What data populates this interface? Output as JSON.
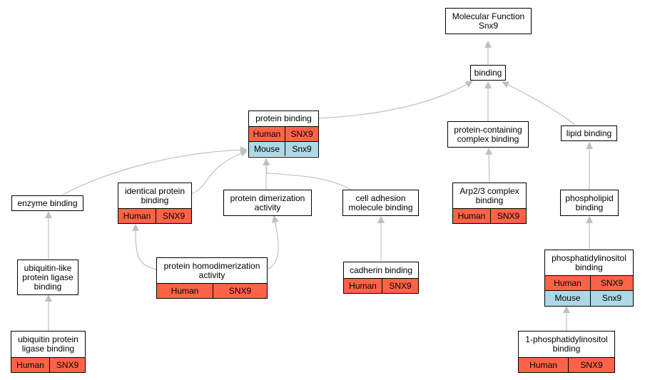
{
  "legend": {
    "human": "Human",
    "mouse": "Mouse"
  },
  "nodes": {
    "mf": {
      "title": "Molecular Function\nSnx9"
    },
    "binding": {
      "title": "binding"
    },
    "protein": {
      "title": "protein binding",
      "human": "SNX9",
      "mouse": "Snx9"
    },
    "pcc": {
      "title": "protein-containing\ncomplex binding"
    },
    "lipid": {
      "title": "lipid binding"
    },
    "enzyme": {
      "title": "enzyme binding"
    },
    "identical": {
      "title": "identical protein\nbinding",
      "human": "SNX9"
    },
    "dimer": {
      "title": "protein dimerization\nactivity"
    },
    "celladh": {
      "title": "cell adhesion\nmolecule binding"
    },
    "arp23": {
      "title": "Arp2/3 complex\nbinding",
      "human": "SNX9"
    },
    "phospholipid": {
      "title": "phospholipid\nbinding"
    },
    "ubl": {
      "title": "ubiquitin-like\nprotein ligase\nbinding"
    },
    "homodimer": {
      "title": "protein homodimerization\nactivity",
      "human": "SNX9"
    },
    "cadherin": {
      "title": "cadherin binding",
      "human": "SNX9"
    },
    "pi": {
      "title": "phosphatidylinositol\nbinding",
      "human": "SNX9",
      "mouse": "Snx9"
    },
    "ubiq": {
      "title": "ubiquitin protein\nligase binding",
      "human": "SNX9"
    },
    "pi1": {
      "title": "1-phosphatidylinositol\nbinding",
      "human": "SNX9"
    }
  },
  "colors": {
    "human": "#ff6347",
    "mouse": "#add8e6",
    "edge": "#c0c0c0"
  }
}
